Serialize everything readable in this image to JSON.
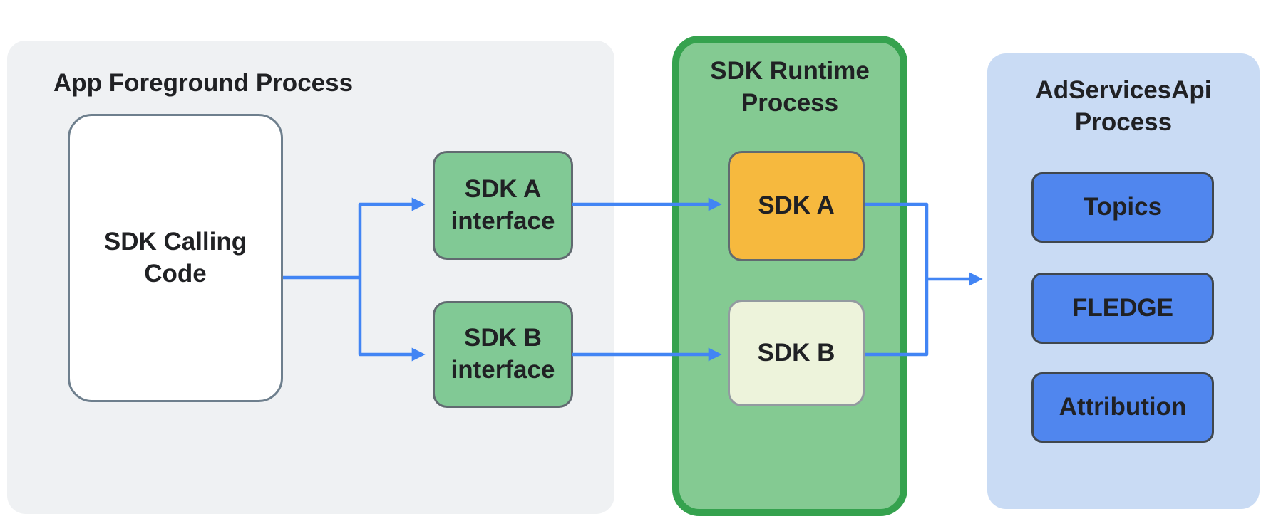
{
  "diagram": {
    "app_foreground": {
      "title": "App Foreground Process",
      "sdk_calling_code": "SDK Calling Code",
      "sdk_a_interface": "SDK A interface",
      "sdk_b_interface": "SDK B interface"
    },
    "sdk_runtime": {
      "title": "SDK Runtime Process",
      "sdk_a": "SDK A",
      "sdk_b": "SDK B"
    },
    "adservices": {
      "title": "AdServicesApi Process",
      "apis": [
        "Topics",
        "FLEDGE",
        "Attribution"
      ]
    },
    "colors": {
      "arrow_blue": "#4285F4",
      "app_container_bg": "#EFF1F3",
      "interface_green": "#81C995",
      "runtime_bg": "#84CA92",
      "runtime_border": "#35A24E",
      "sdk_a_orange": "#F6B93E",
      "sdk_b_cream": "#EDF3DB",
      "adservices_bg": "#C9DBF4",
      "api_blue": "#5086EE",
      "text": "#202124"
    }
  }
}
